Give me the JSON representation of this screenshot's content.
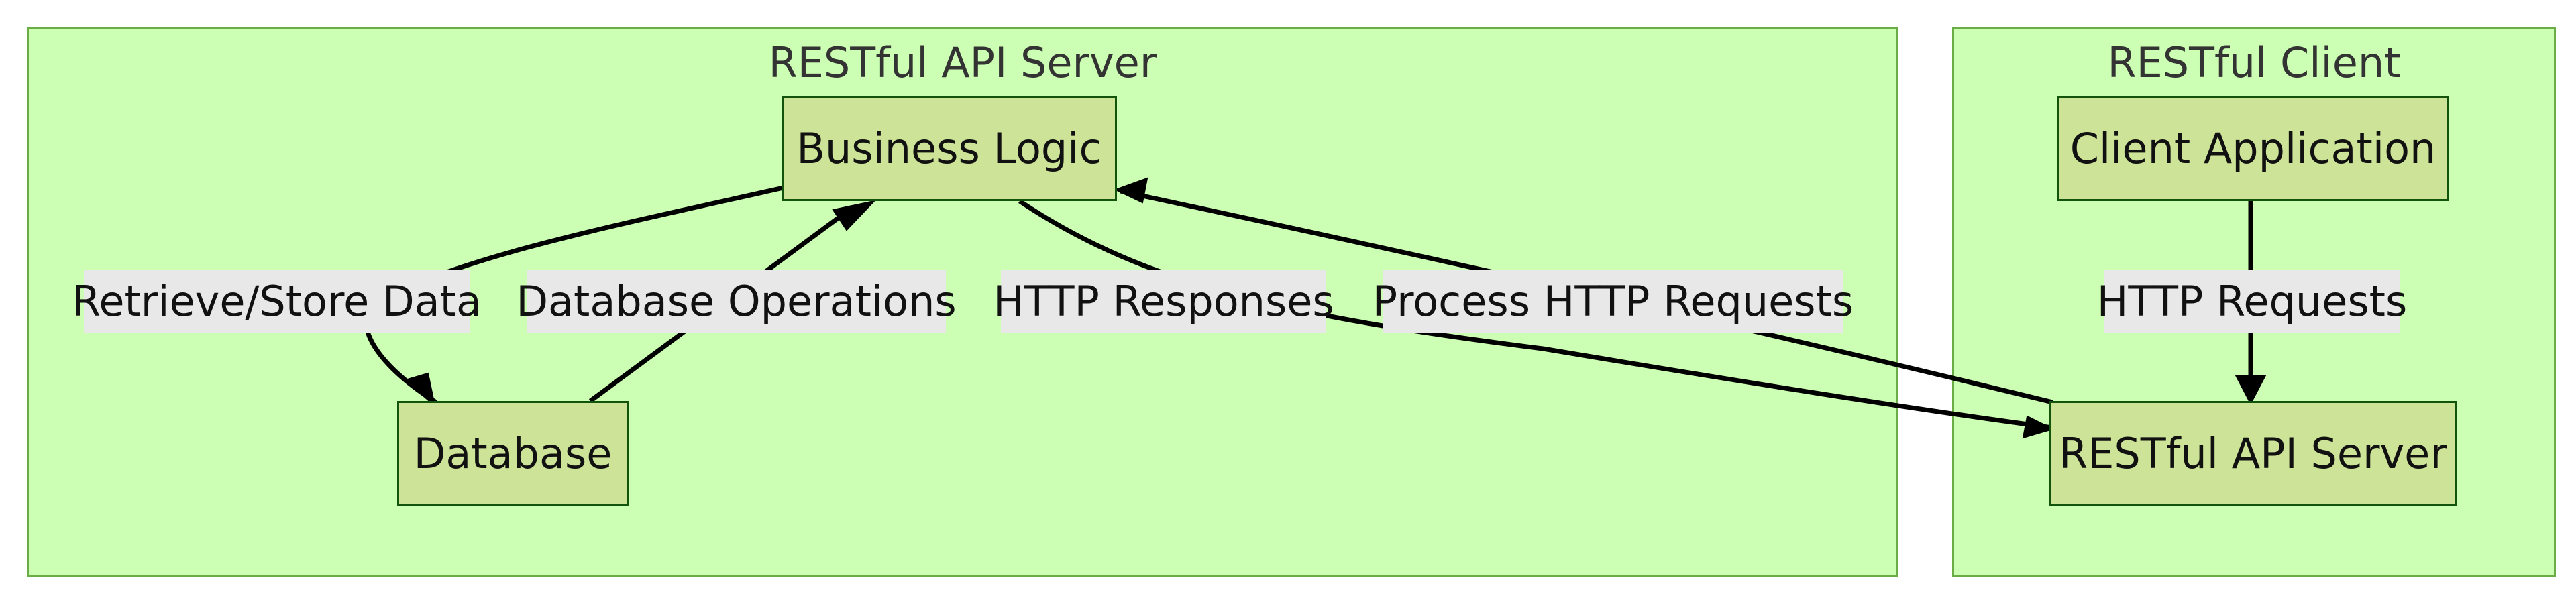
{
  "clusters": {
    "server": {
      "title": "RESTful API Server"
    },
    "client": {
      "title": "RESTful Client"
    }
  },
  "nodes": {
    "business_logic": "Business Logic",
    "database": "Database",
    "client_application": "Client Application",
    "restful_api_server": "RESTful API Server"
  },
  "edges": {
    "retrieve_store_data": "Retrieve/Store Data",
    "database_operations": "Database Operations",
    "http_responses": "HTTP Responses",
    "process_http_requests": "Process HTTP Requests",
    "http_requests": "HTTP Requests"
  },
  "colors": {
    "cluster_fill": "#ccffb3",
    "cluster_border": "#6aac46",
    "node_fill": "#cde498",
    "node_border": "#13540c",
    "edge_label_bg": "#e8e8e8",
    "edge_stroke": "#000000"
  }
}
